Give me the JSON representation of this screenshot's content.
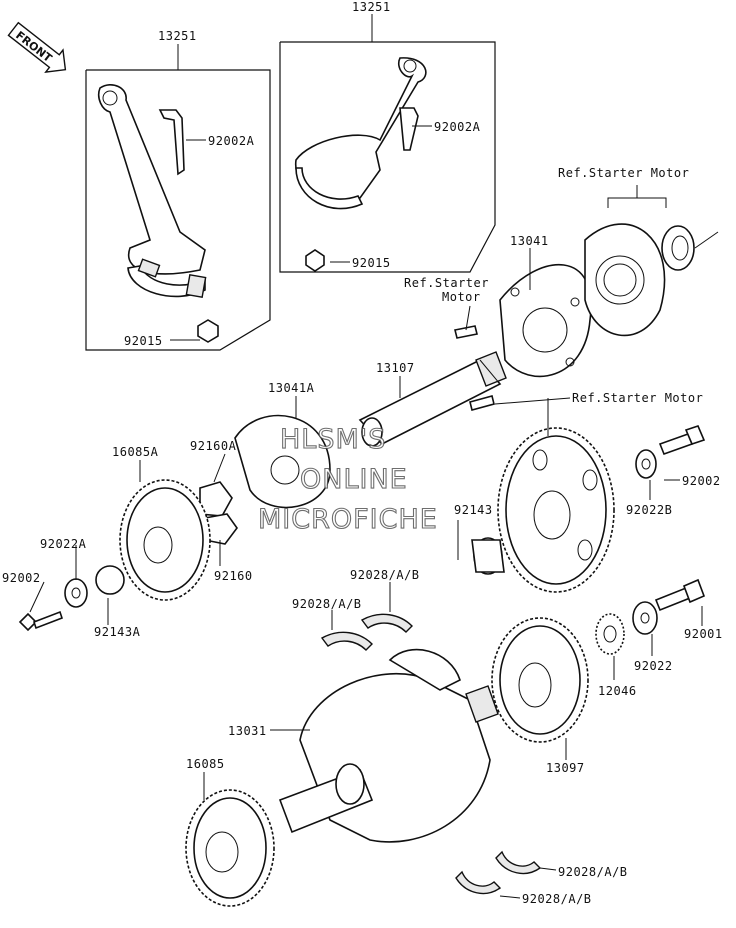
{
  "front_badge": "FRONT",
  "watermark": [
    "HLSM'S",
    "ONLINE",
    "MICROFICHE"
  ],
  "labels": {
    "13251_left": "13251",
    "13251_right": "13251",
    "92002A_left": "92002A",
    "92002A_right": "92002A",
    "92015_left": "92015",
    "92015_right": "92015",
    "ref_starter_1": "Ref.Starter Motor",
    "ref_starter_2a": "Ref.Starter",
    "ref_starter_2b": "Motor",
    "ref_starter_3": "Ref.Starter Motor",
    "13041": "13041",
    "13107": "13107",
    "13041A": "13041A",
    "92160A": "92160A",
    "16085A": "16085A",
    "92002_right": "92002",
    "92022B": "92022B",
    "92143_top": "92143",
    "92022A": "92022A",
    "92002_left": "92002",
    "92143A": "92143A",
    "92160": "92160",
    "92028_a": "92028/A/B",
    "92028_b": "92028/A/B",
    "92001": "92001",
    "92022": "92022",
    "12046": "12046",
    "13031": "13031",
    "13097": "13097",
    "16085": "16085",
    "92028_c": "92028/A/B",
    "92028_d": "92028/A/B"
  }
}
